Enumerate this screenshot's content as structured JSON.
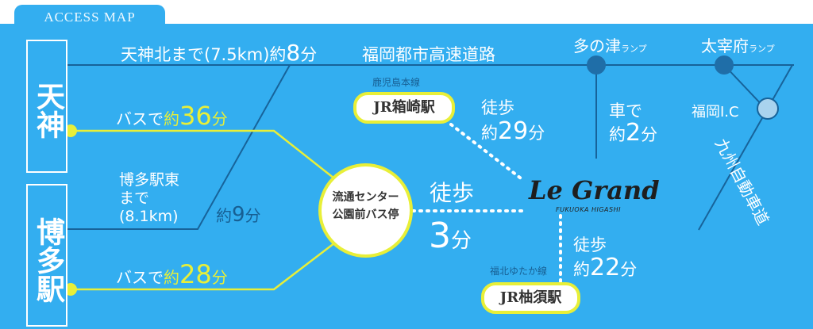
{
  "header": {
    "label": "ACCESS MAP"
  },
  "stations": {
    "tenjin": {
      "name": "天神"
    },
    "hakata": {
      "name": "博多駅"
    }
  },
  "routes": {
    "expressway_tenjin": {
      "dest": "天神北まで",
      "dist": "(7.5km)",
      "pre": "約",
      "num": "8",
      "unit": "分"
    },
    "expressway_name": "福岡都市高速道路",
    "bus_tenjin": {
      "pre": "バスで",
      "approx": "約",
      "num": "36",
      "unit": "分"
    },
    "hakata_east": {
      "line1": "博多駅東",
      "line2": "まで",
      "line3": "(8.1km)",
      "approx": "約",
      "num": "9",
      "unit": "分"
    },
    "bus_hakata": {
      "pre": "バスで",
      "approx": "約",
      "num": "28",
      "unit": "分"
    }
  },
  "bus_stop": {
    "line1": "流通センター",
    "line2": "公園前バス停"
  },
  "walk_busstop": {
    "label": "徒歩",
    "num": "3",
    "unit": "分"
  },
  "jr_hakozaki": {
    "line": "鹿児島本線",
    "name": "JR箱崎駅",
    "walk": "徒歩",
    "approx": "約",
    "num": "29",
    "unit": "分"
  },
  "jr_yusu": {
    "line": "福北ゆたか線",
    "name": "JR柚須駅",
    "walk": "徒歩",
    "approx": "約",
    "num": "22",
    "unit": "分"
  },
  "ramps": {
    "tatara": {
      "name": "多の津",
      "suffix": "ランプ"
    },
    "dazaifu": {
      "name": "太宰府",
      "suffix": "ランプ"
    }
  },
  "car": {
    "label": "車で",
    "approx": "約",
    "num": "2",
    "unit": "分"
  },
  "ic": {
    "name": "福岡I.C"
  },
  "kyushu_expressway": {
    "name": "九州自動車道"
  },
  "logo": {
    "name": "Le Grand",
    "sub": "FUKUOKA HIGASHI"
  },
  "colors": {
    "background": "#33aef0",
    "road": "#17639a",
    "bus_route": "#e8ef38",
    "ramp_dot": "#1f6ea8",
    "ic_circle": "#a9d3ee"
  }
}
